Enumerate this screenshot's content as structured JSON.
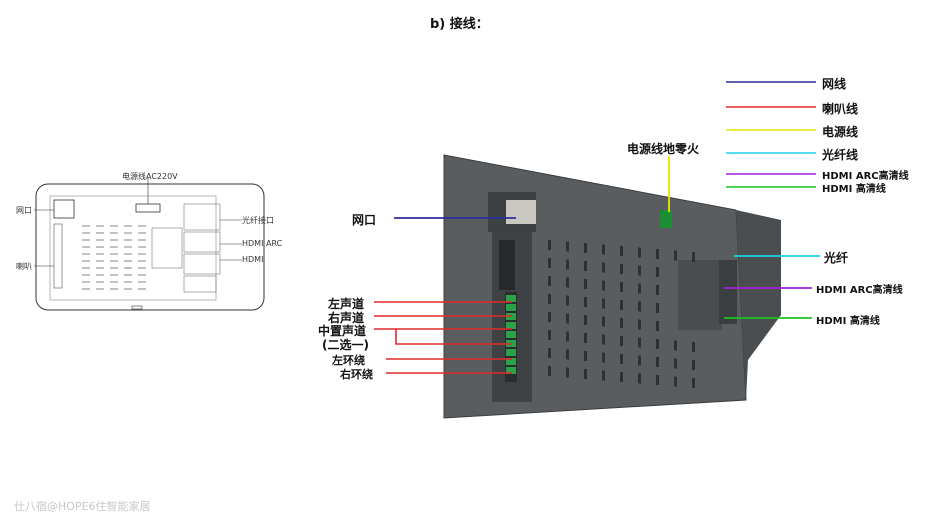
{
  "header": {
    "title": "b)  接线："
  },
  "small_diagram": {
    "top_label": "电源线AC220V",
    "left_labels": [
      "网口",
      "喇叭"
    ],
    "right_labels": [
      "光纤接口",
      "HDMI ARC",
      "HDMI"
    ]
  },
  "legend": [
    {
      "label": "网线",
      "color": "#2b2f9a"
    },
    {
      "label": "喇叭线",
      "color": "#e02a2a"
    },
    {
      "label": "电源线",
      "color": "#e8e400"
    },
    {
      "label": "光纤线",
      "color": "#18d4e8"
    },
    {
      "label": "HDMI ARC高清线",
      "color": "#a020d8"
    },
    {
      "label": "HDMI 高清线",
      "color": "#19c41f"
    }
  ],
  "callouts": {
    "power": "电源线地零火",
    "network": "网口",
    "fiber": "光纤",
    "hdmi_arc": "HDMI ARC高清线",
    "hdmi": "HDMI 高清线"
  },
  "speaker_labels": [
    "左声道",
    "右声道",
    "中置声道",
    "(二选一)",
    "左环绕",
    "右环绕"
  ],
  "watermark": "仕八宿@HOPE6住智能家居"
}
